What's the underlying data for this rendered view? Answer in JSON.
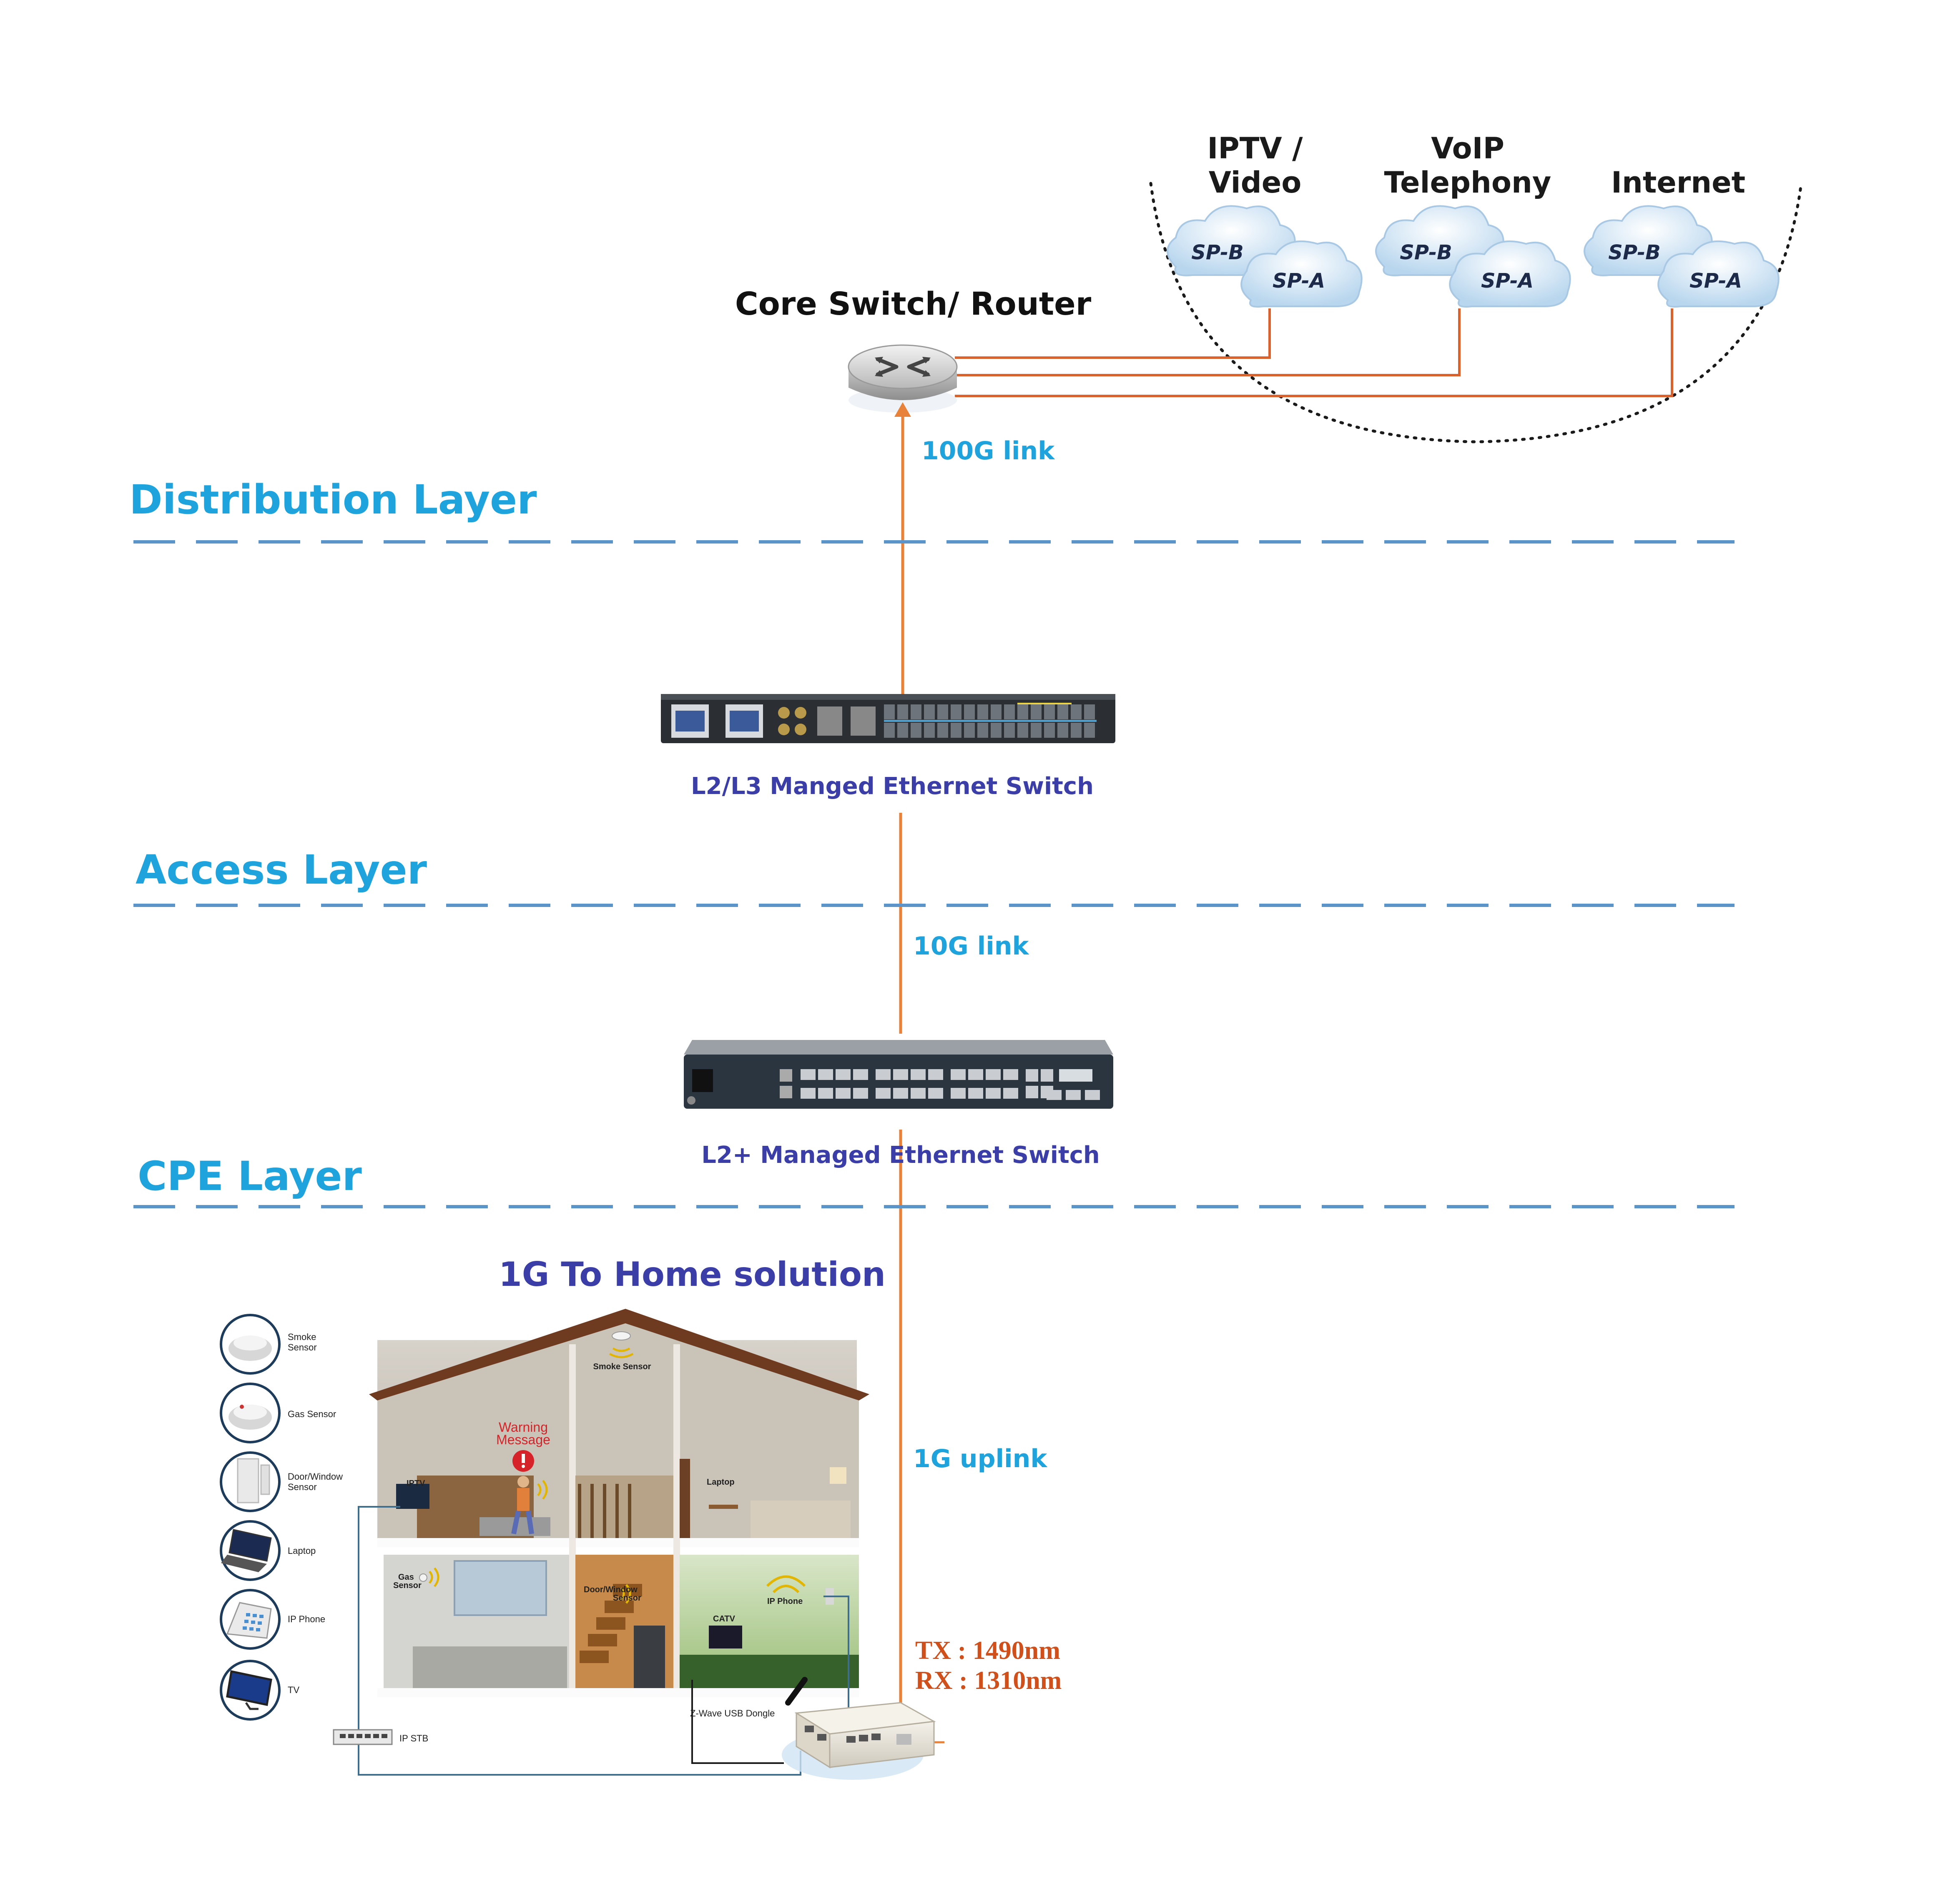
{
  "core": {
    "title": "Core Switch/ Router"
  },
  "services": [
    {
      "name_line1": "IPTV /",
      "name_line2": "Video",
      "sp_b": "SP-B",
      "sp_a": "SP-A"
    },
    {
      "name_line1": "VoIP",
      "name_line2": "Telephony",
      "sp_b": "SP-B",
      "sp_a": "SP-A"
    },
    {
      "name_line1": "",
      "name_line2": "Internet",
      "sp_b": "SP-B",
      "sp_a": "SP-A"
    }
  ],
  "layers": {
    "distribution": "Distribution Layer",
    "access": "Access Layer",
    "cpe": "CPE Layer"
  },
  "links": {
    "l100g": "100G link",
    "l10g": "10G link",
    "l1g": "1G  uplink"
  },
  "devices": {
    "l2l3": "L2/L3 Manged Ethernet Switch",
    "l2plus": "L2+ Managed Ethernet Switch"
  },
  "home": {
    "title": "1G To Home solution",
    "tx": "TX : 1490nm",
    "rx": "RX : 1310nm",
    "legend": [
      {
        "line1": "Smoke",
        "line2": "Sensor"
      },
      {
        "line1": "Gas Sensor",
        "line2": ""
      },
      {
        "line1": "Door/Window",
        "line2": "Sensor"
      },
      {
        "line1": "Laptop",
        "line2": ""
      },
      {
        "line1": "IP Phone",
        "line2": ""
      },
      {
        "line1": "TV",
        "line2": ""
      }
    ],
    "rooms": {
      "smoke": "Smoke Sensor",
      "warning1": "Warning",
      "warning2": "Message",
      "iptv": "IPTV",
      "laptop": "Laptop",
      "gas1": "Gas",
      "gas2": "Sensor",
      "door1": "Door/Window",
      "door2": "Sensor",
      "catv": "CATV",
      "ipphone": "IP Phone",
      "zwave": "Z-Wave USB Dongle",
      "ipstb": "IP STB"
    }
  },
  "colors": {
    "link": "#e8813a",
    "fiber": "#d8632e",
    "layer_blue": "#1ea3dc",
    "dash_blue": "#5a94c8",
    "device_label": "#3b3ea6"
  }
}
